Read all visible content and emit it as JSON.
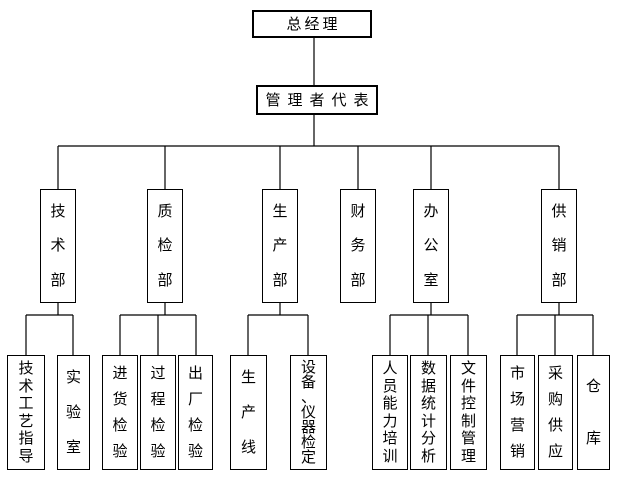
{
  "colors": {
    "background": "#ffffff",
    "line": "#000000",
    "text": "#000000"
  },
  "org": {
    "root": {
      "label": "总经理"
    },
    "representative": {
      "label": "管理者代表"
    },
    "departments": [
      {
        "label": "技术部",
        "children": [
          "技术工艺指导",
          "实验室"
        ]
      },
      {
        "label": "质检部",
        "children": [
          "进货检验",
          "过程检验",
          "出厂检验"
        ]
      },
      {
        "label": "生产部",
        "children": [
          "生产线",
          "设备、仪器检定"
        ]
      },
      {
        "label": "财务部",
        "children": []
      },
      {
        "label": "办公室",
        "children": [
          "人员能力培训",
          "数据统计分析",
          "文件控制管理"
        ]
      },
      {
        "label": "供销部",
        "children": [
          "市场营销",
          "采购供应",
          "仓库"
        ]
      }
    ]
  }
}
